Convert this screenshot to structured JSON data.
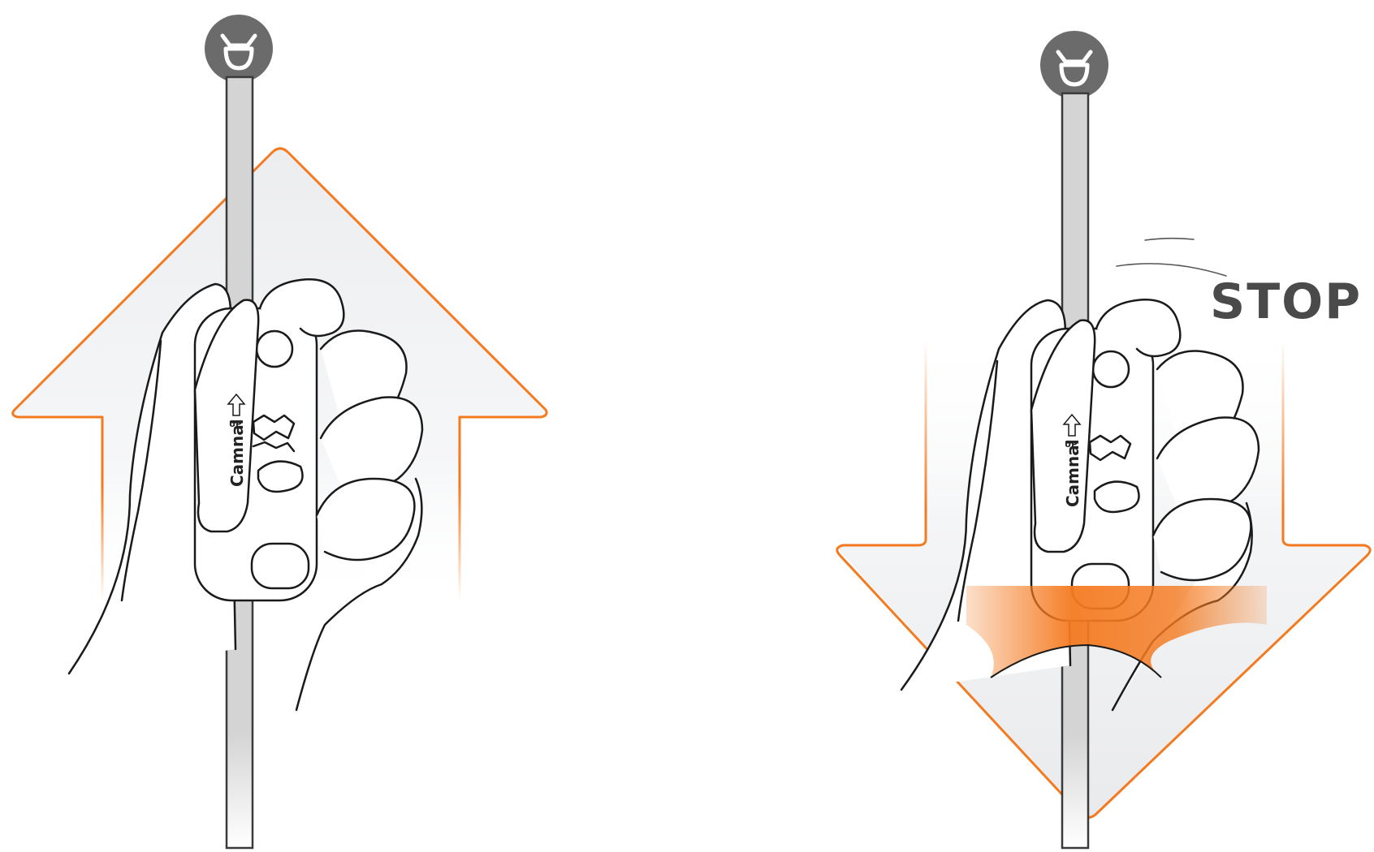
{
  "panels": [
    {
      "id": "ascend",
      "arrow_direction": "up",
      "device_brand": "Camnal",
      "device_arrow_label": "UP"
    },
    {
      "id": "stop",
      "arrow_direction": "down",
      "device_brand": "Camnal",
      "device_arrow_label": "UP",
      "callout": "STOP !"
    }
  ],
  "colors": {
    "accent_orange": "#f47a20",
    "arrow_fill": "#f2f3f4",
    "anchor_gray": "#6e6e6e",
    "rope_fill": "#d6d6d6",
    "ink": "#1a1a1a"
  },
  "icons": [
    "anchor-icon",
    "up-arrow-icon",
    "brand-logo-icon"
  ]
}
